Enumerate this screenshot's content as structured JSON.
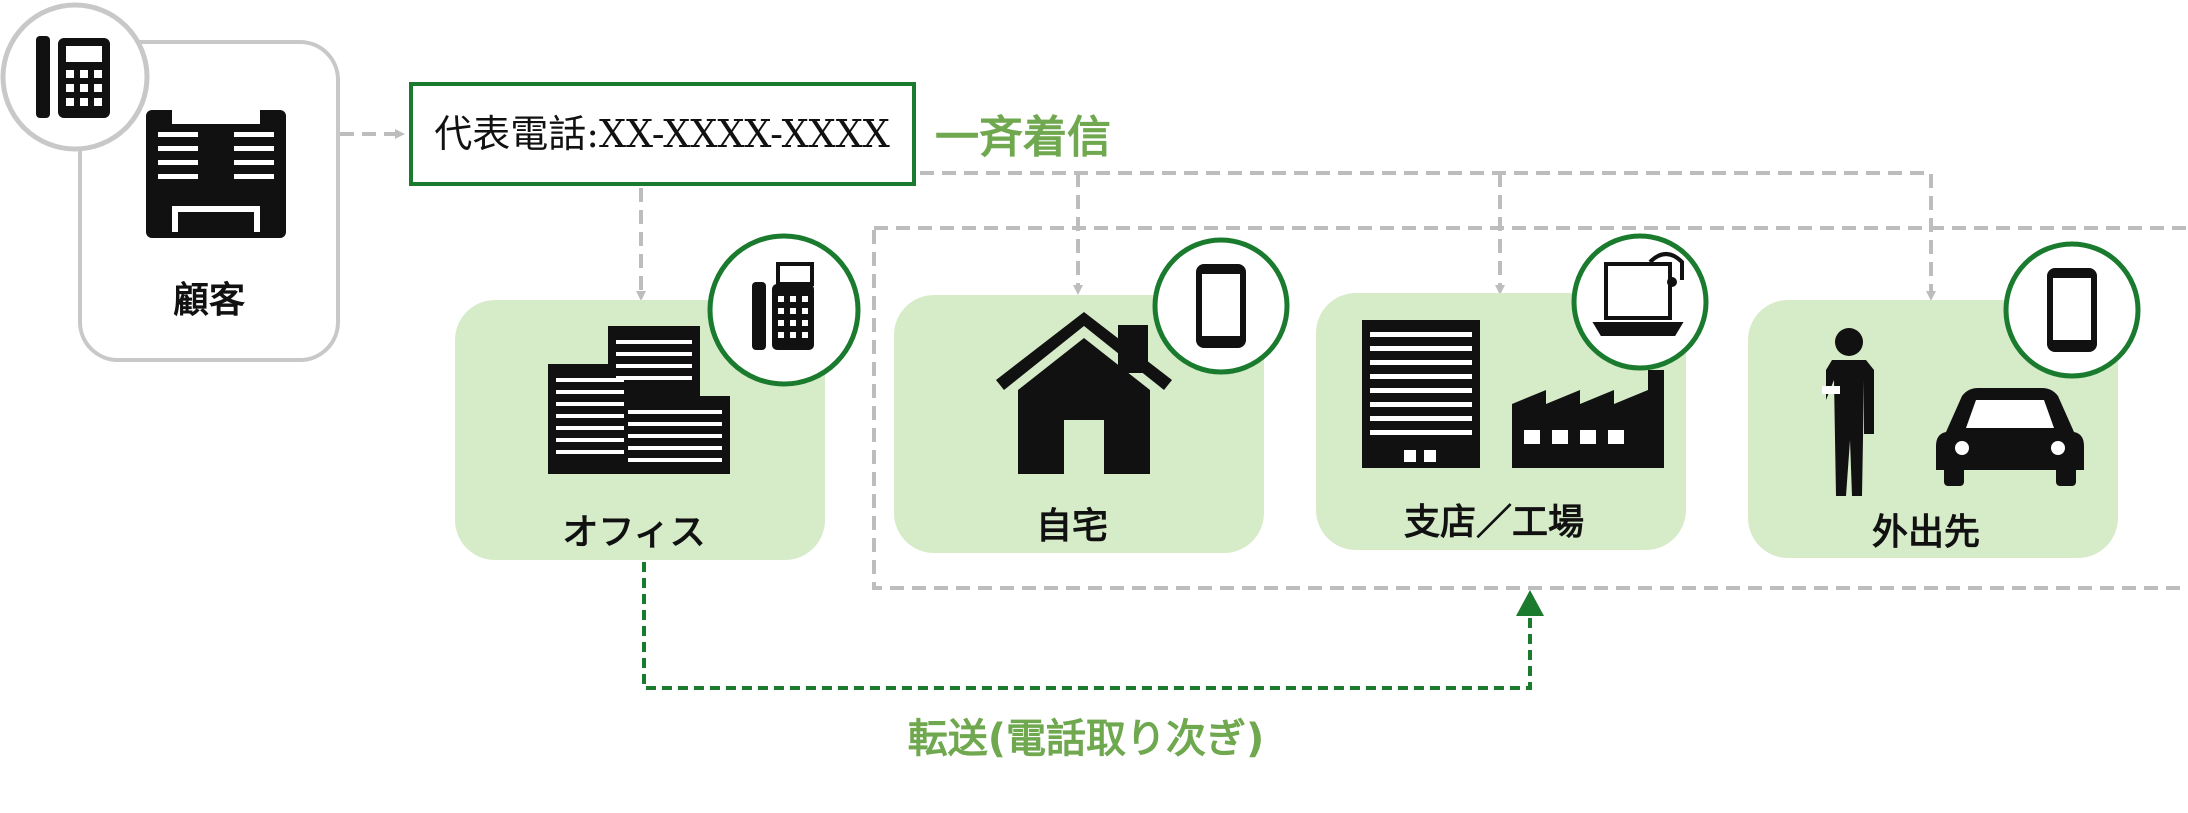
{
  "customer": {
    "label": "顧客"
  },
  "main_phone": {
    "label": "代表電話:XX-XXXX-XXXX"
  },
  "broadcast": {
    "label": "一斉着信"
  },
  "transfer": {
    "label": "転送(電話取り次ぎ)"
  },
  "locations": [
    {
      "label": "オフィス",
      "device": "desk-phone-icon"
    },
    {
      "label": "自宅",
      "device": "smartphone-icon"
    },
    {
      "label": "支店／工場",
      "device": "laptop-headset-icon"
    },
    {
      "label": "外出先",
      "device": "smartphone-icon"
    }
  ],
  "colors": {
    "green_dark": "#1a7a2e",
    "green_text": "#6fa84f",
    "green_fill": "#d6ecc9",
    "gray_line": "#bdbdbd",
    "icon_black": "#111111"
  }
}
